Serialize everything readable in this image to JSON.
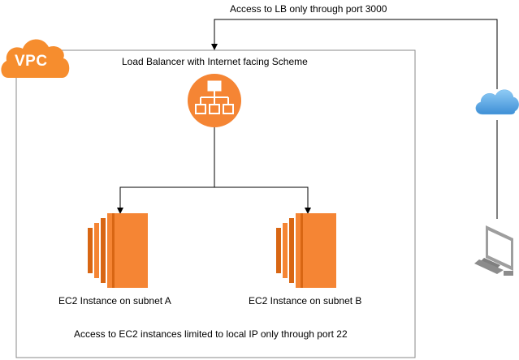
{
  "vpc": {
    "badge": "VPC"
  },
  "load_balancer": {
    "label": "Load Balancer with Internet facing Scheme"
  },
  "instances": [
    {
      "label": "EC2 Instance on subnet A"
    },
    {
      "label": "EC2 Instance on subnet B"
    }
  ],
  "notes": {
    "lb_access": "Access to LB only through port 3000",
    "ec2_access": "Access to EC2 instances limited to local IP only through port 22"
  },
  "colors": {
    "aws_orange": "#F58534",
    "aws_orange_dark": "#D86613",
    "vpc_orange": "#F68D2E",
    "line": "#000000",
    "border": "#888888",
    "cloud_blue": "#4FA3E0",
    "monitor_gray": "#9E9E9E"
  },
  "icons": {
    "vpc": "vpc-cloud-icon",
    "load_balancer": "load-balancer-icon",
    "ec2": "ec2-instance-icon",
    "internet": "internet-cloud-icon",
    "client": "desktop-computer-icon"
  }
}
